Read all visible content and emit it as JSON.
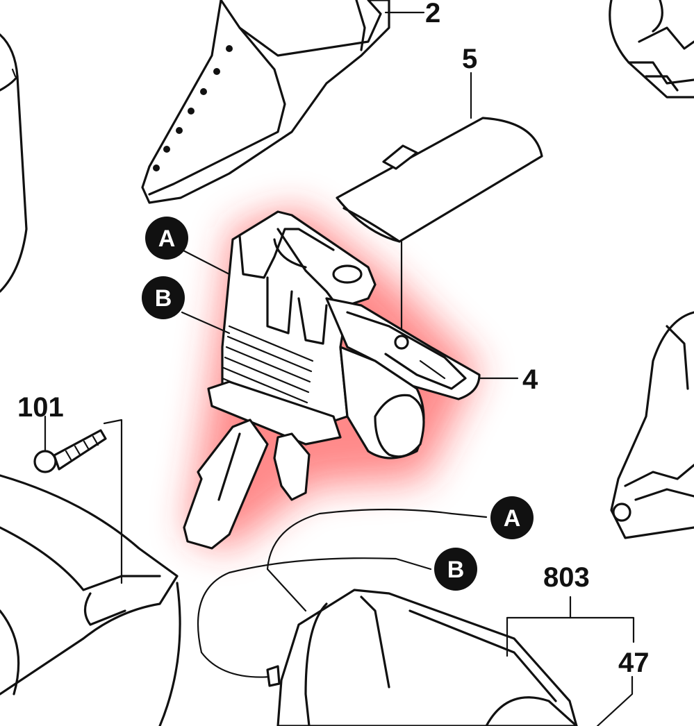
{
  "diagram": {
    "highlight_color": "#ff2a2a",
    "line_color": "#111111",
    "part_labels": {
      "p2": "2",
      "p4": "4",
      "p5": "5",
      "p101": "101",
      "p803": "803",
      "p47": "47"
    },
    "connector_badges": {
      "a_upper": "A",
      "b_upper": "B",
      "a_lower": "A",
      "b_lower": "B"
    }
  }
}
